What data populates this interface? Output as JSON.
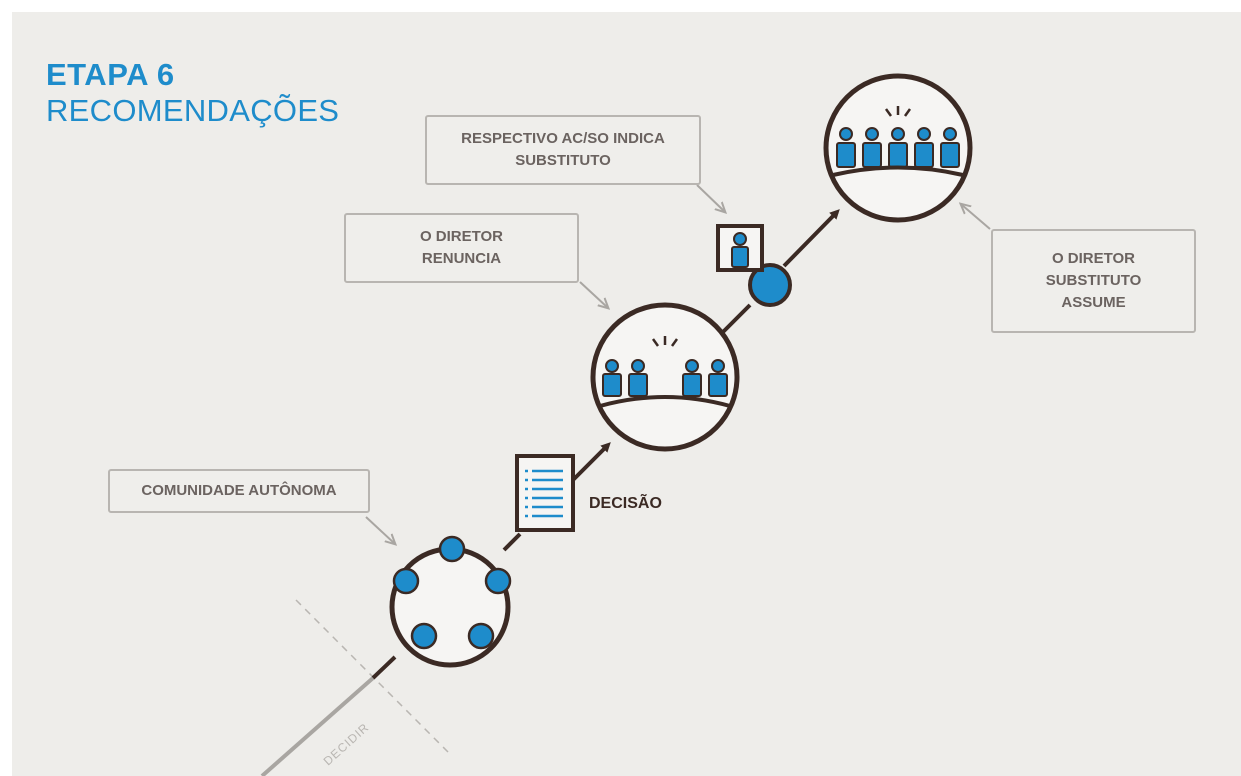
{
  "title": {
    "step": "ETAPA 6",
    "subtitle": "RECOMENDAÇÕES"
  },
  "callouts": {
    "autonomous_community": "COMUNIDADE AUTÔNOMA",
    "director_resigns": "O DIRETOR\nRENUNCIA",
    "ac_so_indicates": "RESPECTIVO AC/SO INDICA\nSUBSTITUTO",
    "substitute_assumes": "O DIRETOR\nSUBSTITUTO\nASSUME"
  },
  "labels": {
    "decision": "DECISÃO",
    "decide": "DECIDIR"
  },
  "colors": {
    "accent": "#1e8ccb",
    "outline": "#3b2a24",
    "background": "#eeedea",
    "callout_border": "#b8b5b1",
    "callout_text": "#6b6360",
    "muted_line": "#a9a6a2"
  }
}
